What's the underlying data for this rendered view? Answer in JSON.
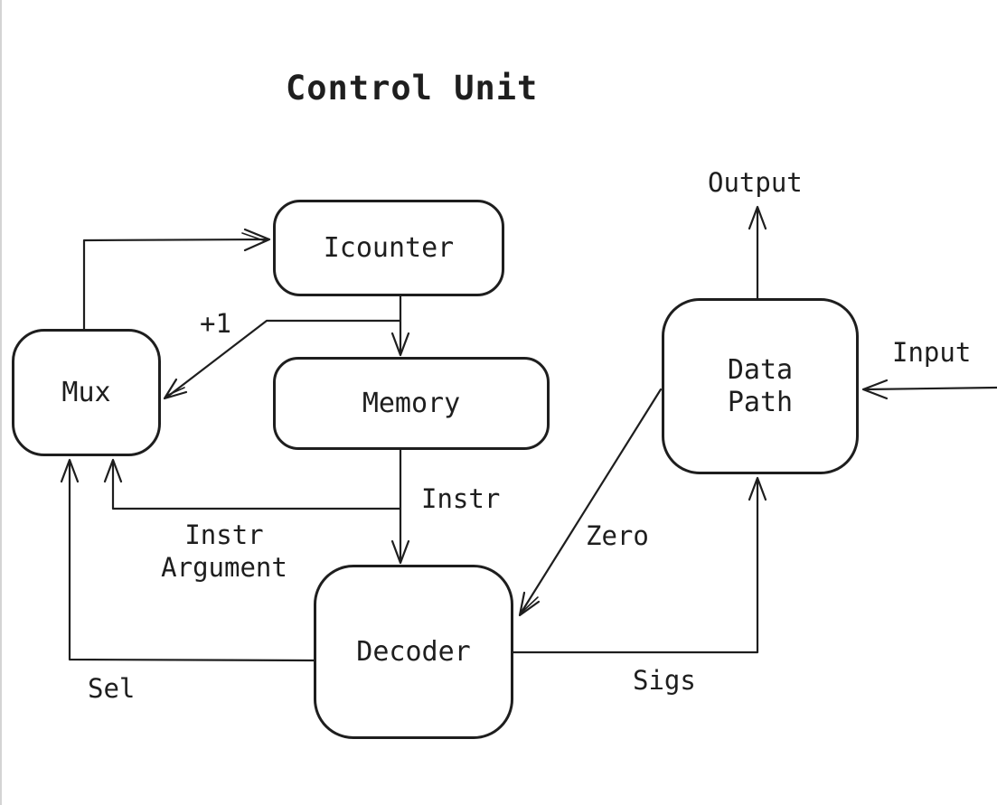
{
  "diagram": {
    "title": "Control Unit",
    "nodes": {
      "icounter": {
        "label": "Icounter"
      },
      "mux": {
        "label": "Mux"
      },
      "memory": {
        "label": "Memory"
      },
      "datapath": {
        "label": "Data\nPath"
      },
      "decoder": {
        "label": "Decoder"
      }
    },
    "edge_labels": {
      "output": "Output",
      "input": "Input",
      "plus_one": "+1",
      "instr": "Instr",
      "instr_argument": "Instr\nArgument",
      "zero": "Zero",
      "sel": "Sel",
      "sigs": "Sigs"
    },
    "edges": [
      "mux-to-icounter",
      "icounter-to-memory",
      "plus-one-branch-to-mux",
      "memory-to-decoder",
      "instr-argument-branch-to-mux",
      "decoder-sel-to-mux",
      "decoder-sigs-to-datapath",
      "datapath-zero-to-decoder",
      "datapath-to-output",
      "input-to-datapath"
    ],
    "colors": {
      "stroke": "#1e1e1e",
      "background": "#ffffff",
      "window_border": "#d4d4d4"
    }
  }
}
